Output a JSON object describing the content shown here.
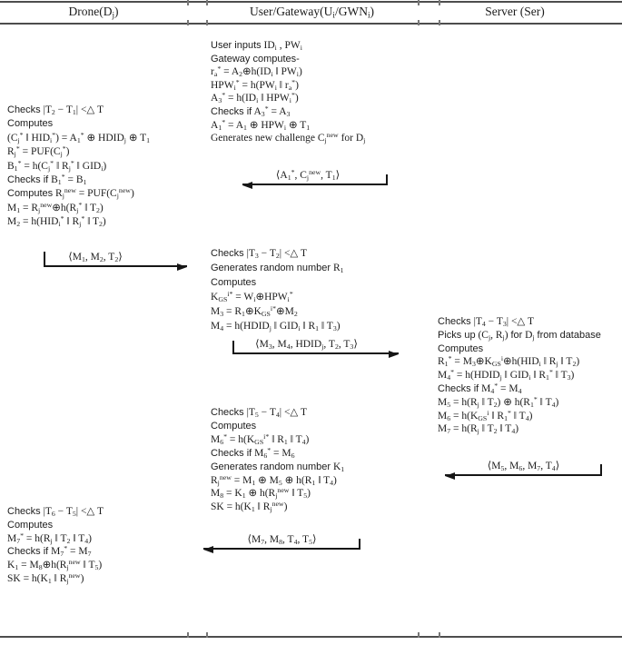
{
  "header": {
    "columns": [
      {
        "id": "drone",
        "label": "Drone(D_{j})"
      },
      {
        "id": "user_gateway",
        "label": "User/Gateway(U_{i}/GWN_{i})"
      },
      {
        "id": "server",
        "label": "Server (Ser)"
      }
    ]
  },
  "blocks": {
    "user_gateway_step1": {
      "actor": "user_gateway",
      "lines": [
        "~User inputs~ ID_{i} , PW_{i}",
        "~Gateway computes-~",
        "r_{a}^{*} = A_{2}⊕h(ID_{i} ‖ PW_{i})",
        "HPW_{i}^{*} = h(PW_{i} ‖ r_{a}^{*})",
        "A_{3}^{*} = h(ID_{i} ‖ HPW_{i}^{*})",
        "~Checks if~ A_{3}^{*} = A_{3}",
        "A_{1}^{*} = A_{1} ⊕ HPW_{i} ⊕ T_{1}",
        "Generates new challenge  C_{j}^{new} for D_{j}"
      ]
    },
    "drone_step1": {
      "actor": "drone",
      "lines": [
        "~Checks~ |T_{2} − T_{1}| <△ T",
        "~Computes~",
        "(C_{j}^{*} ‖ HID_{i}^{*}) = A_{1}^{*} ⊕ HDID_{j} ⊕ T_{1}",
        "R_{j}^{*} = PUF(C_{j}^{*})",
        "B_{1}^{*} = h(C_{j}^{*} ‖ R_{j}^{*} ‖ GID_{i})",
        "~Checks if~ B_{1}^{*} = B_{1}",
        "~Computes~ R_{j}^{new} =  PUF(C_{j}^{new})",
        "M_{1} = R_{j}^{new}⊕h(R_{j}^{*} ‖ T_{2})",
        "M_{2} = h(HID_{i}^{*} ‖ R_{j}^{*} ‖ T_{2})"
      ]
    },
    "user_gateway_step2": {
      "actor": "user_gateway",
      "lines": [
        "~Checks~ |T_{3} − T_{2}| <△ T",
        "~Generates random number~ R_{1}",
        "~Computes~",
        "K_{GS}^{i*} = W_{i}⊕HPW_{i}^{*}",
        "M_{3} = R_{1}⊕K_{GS}^{i*}⊕M_{2}",
        "M_{4} = h(HDID_{j} ‖ GID_{i} ‖ R_{1} ‖ T_{3})"
      ]
    },
    "server_step1": {
      "actor": "server",
      "lines": [
        "~Checks~ |T_{4} − T_{3}| <△ T",
        "~Picks up~ (C_{j}, R_{j}) ~for~ D_{j} ~from database~",
        "~Computes~",
        "R_{1}^{*} = M_{3}⊕K_{GS}^{i}⊕h(HID_{i} ‖ R_{j} ‖ T_{2})",
        "M_{4}^{*} = h(HDID_{j} ‖ GID_{i} ‖ R_{1}^{*} ‖ T_{3})",
        "~Checks if~ M_{4}^{*} = M_{4}",
        "M_{5} = h(R_{j} ‖ T_{2}) ⊕ h(R_{1}^{*} ‖ T_{4})",
        "M_{6} = h(K_{GS}^{i} ‖ R_{1}^{*} ‖ T_{4})",
        "M_{7} = h(R_{j} ‖ T_{2} ‖ T_{4})"
      ]
    },
    "user_gateway_step3": {
      "actor": "user_gateway",
      "lines": [
        "~Checks~ |T_{5} − T_{4}| <△ T",
        "~Computes~",
        "M_{6}^{*} = h(K_{GS}^{i*} ‖ R_{1} ‖ T_{4})",
        "~Checks if~ M_{6}^{*} = M_{6}",
        "~Generates random number~ K_{1}",
        "R_{j}^{new} = M_{1} ⊕ M_{5} ⊕ h(R_{1} ‖ T_{4})",
        "M_{8} = K_{1} ⊕ h(R_{j}^{new} ‖ T_{5})",
        "SK = h(K_{1} ‖ R_{j}^{new})"
      ]
    },
    "drone_step2": {
      "actor": "drone",
      "lines": [
        "~Checks~ |T_{6} − T_{5}| <△ T",
        "~Computes~",
        "M_{7}^{*} = h(R_{j} ‖ T_{2} ‖ T_{4})",
        "~Checks if~ M_{7}^{*} = M_{7}",
        "K_{1} = M_{8}⊕h(R_{j}^{new} ‖ T_{5})",
        "SK = h(K_{1} ‖ R_{j}^{new})"
      ]
    }
  },
  "messages": {
    "msg1": {
      "from": "user_gateway",
      "to": "drone",
      "label": "⟨A_{1}^{*}, C_{j}^{new}, T_{1}⟩"
    },
    "msg2": {
      "from": "drone",
      "to": "user_gateway",
      "label": "⟨M_{1}, M_{2}, T_{2}⟩"
    },
    "msg3": {
      "from": "user_gateway",
      "to": "server",
      "label": "⟨M_{3}, M_{4}, HDID_{j}, T_{2}, T_{3}⟩"
    },
    "msg4": {
      "from": "server",
      "to": "user_gateway",
      "label": "⟨M_{5}, M_{6}, M_{7}, T_{4}⟩"
    },
    "msg5": {
      "from": "user_gateway",
      "to": "drone",
      "label": "⟨M_{7}, M_{8}, T_{4}, T_{5}⟩"
    }
  }
}
